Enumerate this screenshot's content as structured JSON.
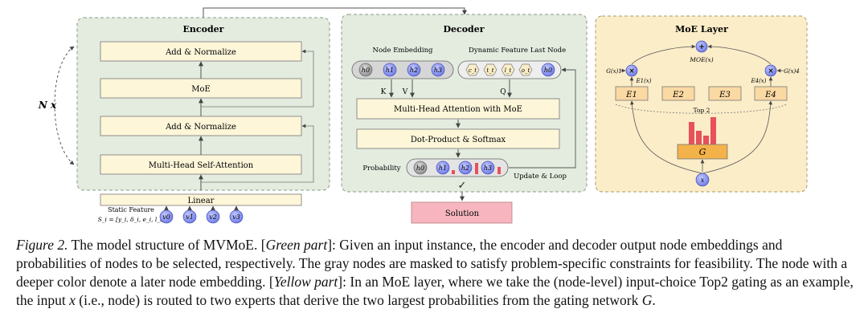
{
  "encoder": {
    "title": "Encoder",
    "add_norm_top": "Add & Normalize",
    "moe": "MoE",
    "add_norm_bottom": "Add & Normalize",
    "mhsa": "Multi-Head Self-Attention",
    "linear": "Linear",
    "repeat": "N x",
    "static_feature": "Static Feature",
    "static_formula": "S_i = [y_i, δ_i, e_i, l_i]",
    "nodes": [
      "v0",
      "v1",
      "v2",
      "v3"
    ]
  },
  "decoder": {
    "title": "Decoder",
    "node_embedding": "Node Embedding",
    "dynamic_feature": "Dynamic Feature",
    "last_node": "Last Node",
    "embed_nodes": [
      "h0",
      "h1",
      "h2",
      "h3"
    ],
    "feature_nodes": [
      "c_t",
      "t_t",
      "l_t",
      "o_t",
      "h0"
    ],
    "k": "K",
    "v": "V",
    "q": "Q",
    "mha": "Multi-Head Attention with MoE",
    "dot": "Dot-Product & Softmax",
    "probability": "Probability",
    "prob_nodes": [
      "h0",
      "h1",
      "h2",
      "h3"
    ],
    "update": "Update & Loop",
    "check": "✓",
    "solution": "Solution"
  },
  "moe_layer": {
    "title": "MoE Layer",
    "plus": "+",
    "moe_out": "MOE(x)",
    "times": "×",
    "g1": "G(x)1",
    "g4": "G(x)4",
    "e1_out": "E1(x)",
    "e4_out": "E4(x)",
    "experts": [
      "E1",
      "E2",
      "E3",
      "E4"
    ],
    "top2": "Top 2",
    "gate": "G",
    "input": "x"
  },
  "caption": {
    "fig_label": "Figure 2.",
    "p1": " The model structure of MVMoE. [",
    "green": "Green part",
    "p2": "]: Given an input instance, the encoder and decoder output node embeddings and probabilities of nodes to be selected, respectively. The gray nodes are masked to satisfy problem-specific constraints for feasibility. The node with a deeper color denote a later node embedding. [",
    "yellow": "Yellow part",
    "p3": "]: In an MoE layer, where we take the (node-level) input-choice Top2 gating as an example, the input ",
    "x": "x",
    "p4": " (i.e., node) is routed to two experts that derive the two largest probabilities from the gating network ",
    "G": "G",
    "p5": "."
  },
  "colors": {
    "green_panel": "#e3ecdf",
    "yellow_panel": "#fbedc8",
    "box_fill": "#fdf6d9",
    "node_blue": "#6b78e6",
    "node_gray": "#9a9a9a",
    "solution_fill": "#f7b6bf",
    "gate_fill": "#f3b24a",
    "bar_red": "#e8505b"
  }
}
